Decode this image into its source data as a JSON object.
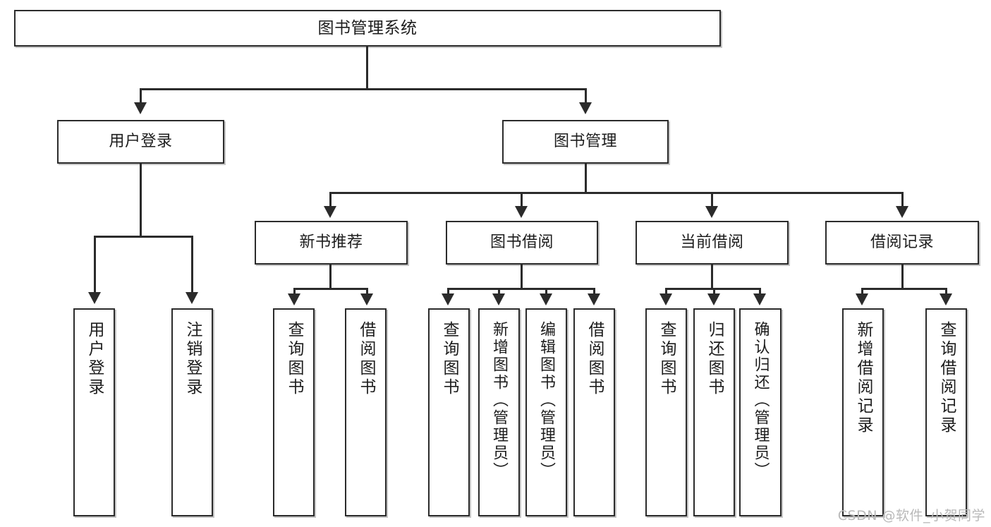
{
  "diagram": {
    "type": "tree-hierarchy-chart",
    "title": "图书管理系统",
    "watermark": "CSDN @软件_小贺同学",
    "colors": {
      "box_border": "#2b2b2b",
      "box_fill": "#ffffff",
      "connector": "#2b2b2b",
      "text": "#1d1d1d",
      "watermark": "#b9b9b9",
      "background": "#ffffff"
    },
    "levels": {
      "root": {
        "label": "图书管理系统"
      },
      "level2": [
        {
          "label": "用户登录"
        },
        {
          "label": "图书管理"
        }
      ],
      "level3": [
        {
          "label": "新书推荐"
        },
        {
          "label": "图书借阅"
        },
        {
          "label": "当前借阅"
        },
        {
          "label": "借阅记录"
        }
      ],
      "leaves": {
        "user_login": [
          {
            "label": "用户登录"
          },
          {
            "label": "注销登录"
          }
        ],
        "new_book_recommend": [
          {
            "label": "查询图书"
          },
          {
            "label": "借阅图书"
          }
        ],
        "book_borrow": [
          {
            "label": "查询图书"
          },
          {
            "label": "新增图书（管理员）"
          },
          {
            "label": "编辑图书（管理员）"
          },
          {
            "label": "借阅图书"
          }
        ],
        "current_borrow": [
          {
            "label": "查询图书"
          },
          {
            "label": "归还图书"
          },
          {
            "label": "确认归还（管理员）"
          }
        ],
        "borrow_record": [
          {
            "label": "新增借阅记录"
          },
          {
            "label": "查询借阅记录"
          }
        ]
      }
    }
  }
}
